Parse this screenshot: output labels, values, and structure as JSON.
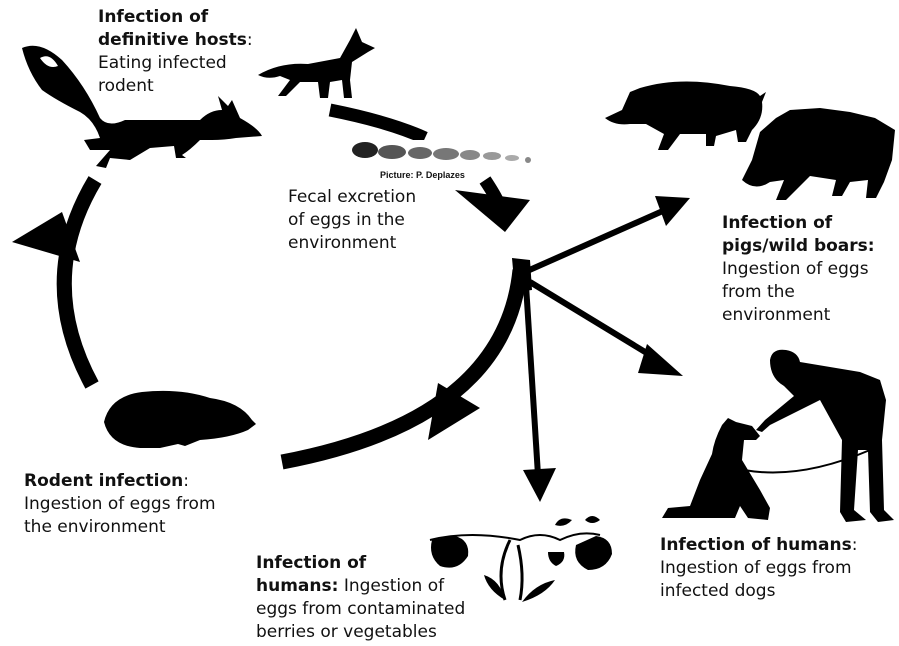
{
  "labels": {
    "definitive_hosts": {
      "title": "Infection of definitive hosts",
      "title_line1": "Infection of",
      "title_line2": "definitive hosts",
      "colon": ":",
      "body_line1": "Eating infected",
      "body_line2": "rodent"
    },
    "fecal_excretion": {
      "line1": "Fecal excretion",
      "line2": "of  eggs in the",
      "line3": "environment"
    },
    "photo_credit": "Picture: P. Deplazes",
    "pigs_boars": {
      "title_line1": "Infection of",
      "title_line2": "pigs/wild boars:",
      "body_line1": "Ingestion of eggs",
      "body_line2": "from the",
      "body_line3": "environment"
    },
    "humans_dogs": {
      "title": "Infection of humans",
      "colon": ":",
      "body_line1": "Ingestion of eggs from",
      "body_line2": "infected dogs"
    },
    "humans_berries": {
      "title_line1": "Infection of",
      "title_line2": "humans:",
      "body_line1_tail": " Ingestion of",
      "body_line2": "eggs from contaminated",
      "body_line3": "berries or vegetables"
    },
    "rodent": {
      "title": "Rodent infection",
      "colon": ":",
      "body_line1": "Ingestion of eggs from",
      "body_line2": "the environment"
    }
  },
  "icons": [
    "fox-silhouette",
    "dog-silhouette",
    "tapeworm-photo",
    "pig-silhouette",
    "wild-boar-silhouette",
    "rodent-silhouette",
    "person-petting-dog-silhouette",
    "strawberry-plant-silhouette"
  ],
  "colors": {
    "ink": "#000000",
    "background": "#ffffff"
  }
}
